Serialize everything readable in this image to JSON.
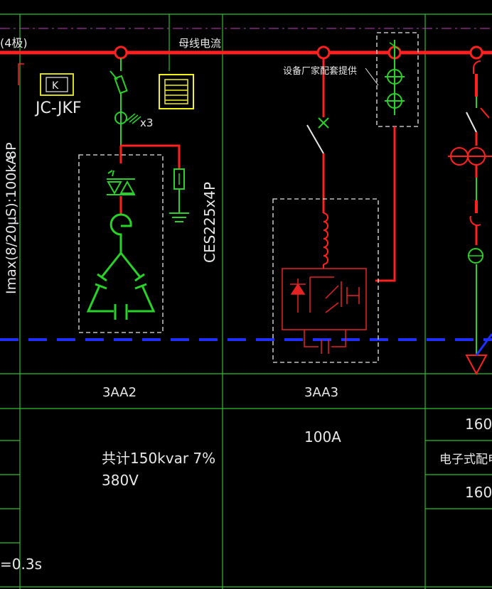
{
  "colors": {
    "background": "#000000",
    "grid_line": "#2fbf2f",
    "busbar": "#ff2020",
    "neutral_dashed": "#1f2fff",
    "equipment_green": "#28d228",
    "equipment_red": "#e52222",
    "box_white": "#e6e6e6",
    "yellow": "#f2f21a",
    "text_white": "#e8e8e8"
  },
  "busbar": {
    "label_left": "(4极)",
    "label_current": "母线电流"
  },
  "panel_left": {
    "vertical_text": "Imax(8/20μS):100kA",
    "vertical_text_top": "8P",
    "controller_key": "K",
    "controller_label": "JC-JKF",
    "ct_multiplier": "x3",
    "capacitor_model": "CES225x4P",
    "bottom_text": "=0.3s"
  },
  "panel_3aa3": {
    "callout": "设备厂家配套提供"
  },
  "table": {
    "col1_name": "3AA2",
    "col2_name": "3AA3",
    "col1_line1": "共计150kvar  7%",
    "col1_line2": "380V",
    "col2_value": "100A",
    "col3_row1": "160",
    "col3_row2": "电子式配电",
    "col3_row3": "160"
  }
}
